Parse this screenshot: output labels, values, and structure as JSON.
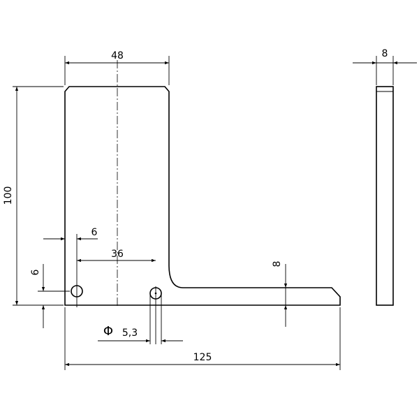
{
  "dimensions": {
    "width_top": "48",
    "thickness": "8",
    "height": "100",
    "hole_edge_offset_x": "6",
    "hole_spacing": "36",
    "hole_edge_offset_y": "6",
    "flange_thickness": "8",
    "hole_diameter_symbol": "Φ",
    "hole_diameter": "5,3",
    "total_length": "125"
  }
}
